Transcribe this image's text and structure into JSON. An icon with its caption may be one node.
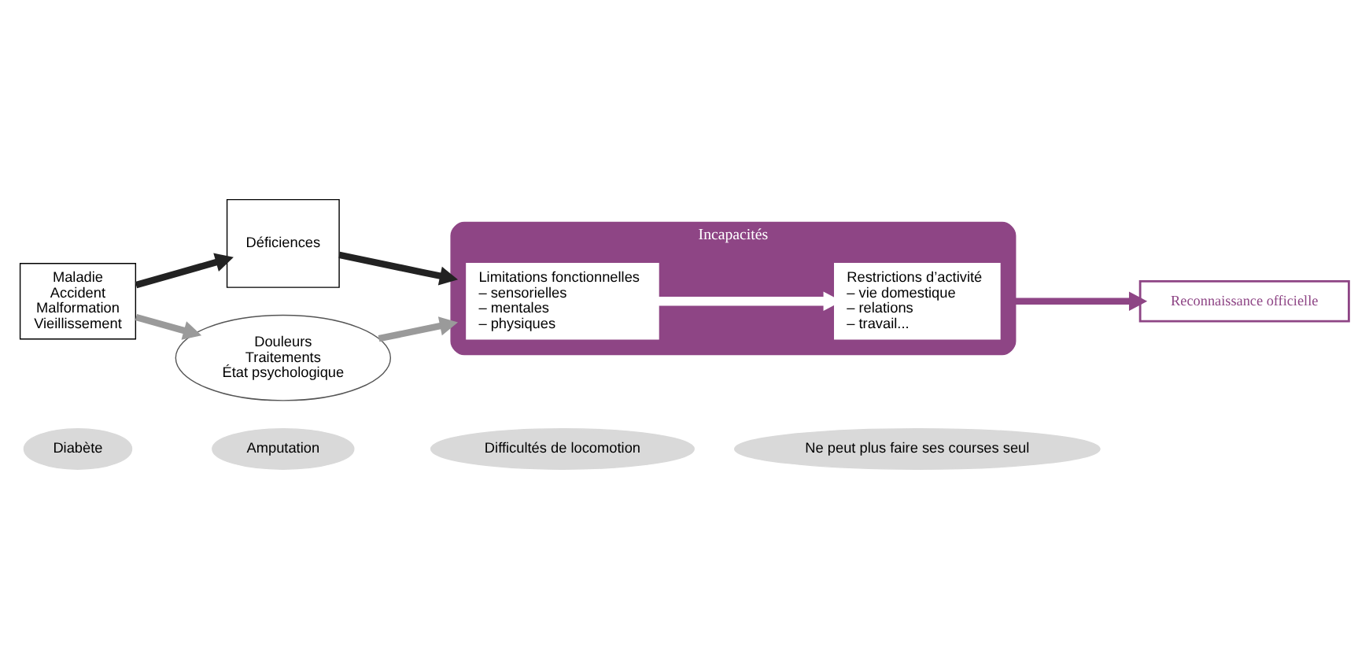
{
  "diagram": {
    "nodes": [
      {
        "text": [
          "Diabète"
        ]
      },
      {
        "text": [
          "Amputation"
        ]
      },
      {
        "text": [
          "Difficultés de locomotion"
        ]
      },
      {
        "text": [
          "Ne peut plus faire ses courses seul"
        ]
      },
      {
        "text": [
          "Maladie",
          "Accident",
          "Malformation",
          "Vieillissement"
        ]
      },
      {
        "text": [
          "Déficiences"
        ]
      },
      {
        "text": [
          "Incapacités"
        ]
      },
      {
        "text": [
          "Limitations fonctionnelles",
          "– sensorielles",
          "– mentales",
          "– physiques"
        ],
        "in": 6
      },
      {
        "text": [
          "Restrictions d’activité",
          "– vie domestique",
          "– relations",
          "– travail..."
        ],
        "in": 6
      },
      {
        "text": [
          "Douleurs",
          "Traitements",
          "État psychologique"
        ]
      },
      {
        "text": [
          "Reconnaissance officielle"
        ]
      }
    ],
    "edges": [
      {
        "from": 4,
        "to": 5,
        "arrow": "to"
      },
      {
        "from": 5,
        "to": 6,
        "arrow": "to"
      },
      {
        "from": 7,
        "to": 8,
        "arrow": "to",
        "color": "#ffffff"
      },
      {
        "from": 4,
        "to": 9,
        "arrow": "to",
        "color": "#9a9a9a"
      },
      {
        "from": 9,
        "to": 6,
        "arrow": "to",
        "color": "#9a9a9a"
      },
      {
        "from": 6,
        "to": 10,
        "arrow": "to",
        "color": "#8e4585"
      }
    ]
  }
}
